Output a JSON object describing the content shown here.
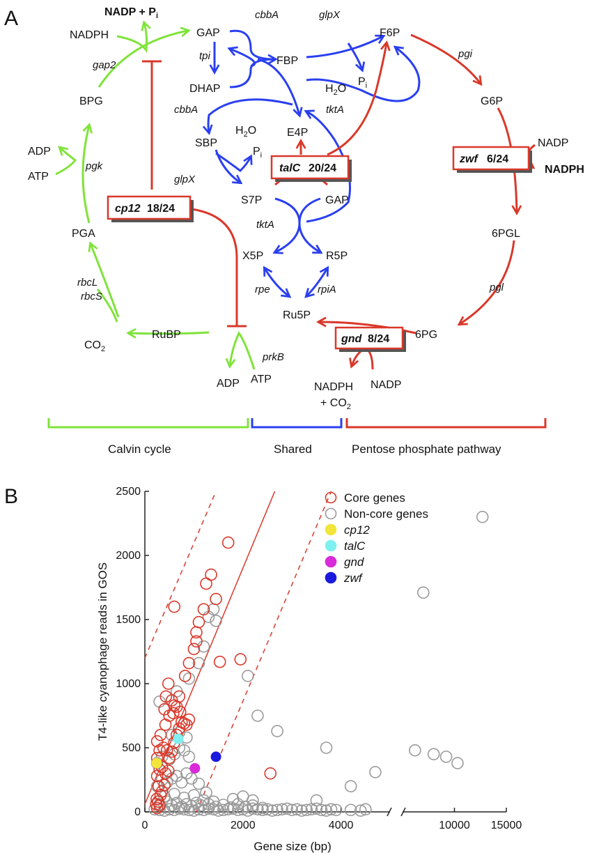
{
  "panel_a": {
    "label": "A",
    "metabolites": {
      "nadp_pi": "NADP + P",
      "nadp_pi_sub": "i",
      "nadph_top": "NADPH",
      "gap_top": "GAP",
      "f6p": "F6P",
      "fbp": "FBP",
      "dhap": "DHAP",
      "h2o_right": "H",
      "h2o_right_sub": "2",
      "h2o_right_end": "O",
      "pi_right": "P",
      "pi_right_sub": "i",
      "e4p": "E4P",
      "g6p": "G6P",
      "bpg": "BPG",
      "sbp": "SBP",
      "h2o_left": "H",
      "h2o_left_sub": "2",
      "h2o_left_end": "O",
      "pi_left": "P",
      "pi_left_sub": "i",
      "adp_left": "ADP",
      "atp_left": "ATP",
      "nadp_zwf": "NADP",
      "nadph_zwf": "NADPH",
      "s7p": "S7P",
      "gap_mid": "GAP",
      "pga": "PGA",
      "x5p": "X5P",
      "r5p": "R5P",
      "pgl6": "6PGL",
      "ru5p": "Ru5P",
      "rubp": "RuBP",
      "co2": "CO",
      "co2_sub": "2",
      "pg6": "6PG",
      "adp_bottom": "ADP",
      "atp_bottom": "ATP",
      "nadph_bottom": "NADPH",
      "co2_bottom": "+ CO",
      "co2_bottom_sub": "2",
      "nadp_bottom": "NADP"
    },
    "enzymes": {
      "cbbA_top": "cbbA",
      "glpX_top": "glpX",
      "tpi": "tpi",
      "gap2": "gap2",
      "pgi": "pgi",
      "cbbA_mid": "cbbA",
      "tktA_top": "tktA",
      "pgk": "pgk",
      "glpX_mid": "glpX",
      "tktA_mid": "tktA",
      "rbcL": "rbcL",
      "rbcS": "rbcS",
      "rpe": "rpe",
      "rpiA": "rpiA",
      "pgl": "pgl",
      "prkB": "prkB"
    },
    "gene_boxes": {
      "talC": {
        "name": "talC",
        "count": "20/24"
      },
      "zwf": {
        "name": "zwf",
        "count": "6/24"
      },
      "cp12": {
        "name": "cp12",
        "count": "18/24"
      },
      "gnd": {
        "name": "gnd",
        "count": "8/24"
      }
    },
    "sections": {
      "calvin": "Calvin cycle",
      "shared": "Shared",
      "pentose": "Pentose phosphate pathway"
    },
    "colors": {
      "calvin": "#7fe33a",
      "shared": "#2a3ff0",
      "pentose": "#d9382a"
    }
  },
  "panel_b": {
    "label": "B"
  },
  "chart_data": {
    "type": "scatter",
    "xlabel": "Gene size (bp)",
    "ylabel": "T4-like cyanophage reads in GOS",
    "ylim": [
      0,
      2500
    ],
    "yticks": [
      "0",
      "500",
      "1000",
      "1500",
      "2000",
      "2500"
    ],
    "x_axis_segments": [
      {
        "range": [
          0,
          5000
        ],
        "ticks": [
          "0",
          "2000",
          "4000"
        ]
      },
      {
        "range": [
          5000,
          15000
        ],
        "ticks": [
          "10000",
          "15000"
        ]
      }
    ],
    "legend": [
      {
        "label": "Core genes",
        "marker": "open-circle",
        "color": "#d9382a",
        "italic": false
      },
      {
        "label": "Non-core genes",
        "marker": "open-circle",
        "color": "#9a9a9a",
        "italic": false
      },
      {
        "label": "cp12",
        "marker": "filled-circle",
        "color": "#f2e53a",
        "italic": true
      },
      {
        "label": "talC",
        "marker": "filled-circle",
        "color": "#7ff0f0",
        "italic": true
      },
      {
        "label": "gnd",
        "marker": "filled-circle",
        "color": "#d92ad9",
        "italic": true
      },
      {
        "label": "zwf",
        "marker": "filled-circle",
        "color": "#1a1adf",
        "italic": true
      }
    ],
    "series": [
      {
        "name": "Core genes",
        "points": [
          [
            230,
            60
          ],
          [
            250,
            30
          ],
          [
            270,
            80
          ],
          [
            300,
            50
          ],
          [
            240,
            100
          ],
          [
            320,
            130
          ],
          [
            280,
            200
          ],
          [
            350,
            160
          ],
          [
            400,
            210
          ],
          [
            250,
            280
          ],
          [
            300,
            330
          ],
          [
            350,
            350
          ],
          [
            420,
            300
          ],
          [
            480,
            320
          ],
          [
            250,
            420
          ],
          [
            300,
            480
          ],
          [
            380,
            500
          ],
          [
            450,
            480
          ],
          [
            500,
            420
          ],
          [
            550,
            470
          ],
          [
            600,
            540
          ],
          [
            650,
            600
          ],
          [
            700,
            650
          ],
          [
            750,
            700
          ],
          [
            800,
            690
          ],
          [
            850,
            680
          ],
          [
            900,
            720
          ],
          [
            250,
            550
          ],
          [
            320,
            600
          ],
          [
            420,
            680
          ],
          [
            400,
            800
          ],
          [
            500,
            750
          ],
          [
            580,
            770
          ],
          [
            650,
            820
          ],
          [
            720,
            780
          ],
          [
            430,
            900
          ],
          [
            480,
            1000
          ],
          [
            550,
            870
          ],
          [
            600,
            830
          ],
          [
            700,
            900
          ],
          [
            820,
            1060
          ],
          [
            900,
            1160
          ],
          [
            1000,
            1270
          ],
          [
            1050,
            1330
          ],
          [
            1050,
            1400
          ],
          [
            1100,
            1480
          ],
          [
            1200,
            1580
          ],
          [
            1250,
            1780
          ],
          [
            1350,
            1850
          ],
          [
            1450,
            1660
          ],
          [
            1530,
            1170
          ],
          [
            1700,
            2100
          ],
          [
            1950,
            1190
          ],
          [
            2560,
            300
          ],
          [
            600,
            1600
          ]
        ]
      },
      {
        "name": "Non-core genes",
        "points": [
          [
            200,
            20
          ],
          [
            300,
            15
          ],
          [
            400,
            10
          ],
          [
            500,
            20
          ],
          [
            600,
            15
          ],
          [
            700,
            25
          ],
          [
            800,
            20
          ],
          [
            900,
            15
          ],
          [
            1000,
            10
          ],
          [
            1100,
            20
          ],
          [
            1200,
            15
          ],
          [
            1300,
            25
          ],
          [
            1400,
            20
          ],
          [
            1500,
            10
          ],
          [
            1600,
            15
          ],
          [
            1700,
            20
          ],
          [
            1800,
            25
          ],
          [
            1900,
            15
          ],
          [
            2000,
            20
          ],
          [
            2100,
            10
          ],
          [
            2200,
            25
          ],
          [
            2300,
            20
          ],
          [
            2400,
            15
          ],
          [
            2500,
            20
          ],
          [
            2600,
            10
          ],
          [
            2700,
            15
          ],
          [
            2800,
            20
          ],
          [
            2900,
            25
          ],
          [
            3000,
            15
          ],
          [
            3100,
            20
          ],
          [
            3200,
            10
          ],
          [
            3300,
            15
          ],
          [
            3400,
            20
          ],
          [
            3500,
            25
          ],
          [
            3600,
            15
          ],
          [
            3700,
            10
          ],
          [
            3800,
            20
          ],
          [
            3900,
            15
          ],
          [
            4200,
            15
          ],
          [
            4400,
            10
          ],
          [
            4500,
            20
          ],
          [
            300,
            60
          ],
          [
            450,
            80
          ],
          [
            550,
            50
          ],
          [
            650,
            70
          ],
          [
            750,
            40
          ],
          [
            850,
            60
          ],
          [
            950,
            45
          ],
          [
            1050,
            70
          ],
          [
            1150,
            50
          ],
          [
            1300,
            60
          ],
          [
            1450,
            40
          ],
          [
            1600,
            55
          ],
          [
            1750,
            35
          ],
          [
            1900,
            60
          ],
          [
            2050,
            40
          ],
          [
            2200,
            50
          ],
          [
            2400,
            30
          ],
          [
            400,
            120
          ],
          [
            600,
            140
          ],
          [
            800,
            110
          ],
          [
            1000,
            130
          ],
          [
            1200,
            90
          ],
          [
            1400,
            80
          ],
          [
            1800,
            100
          ],
          [
            2000,
            120
          ],
          [
            2200,
            90
          ],
          [
            3500,
            90
          ],
          [
            250,
            200
          ],
          [
            350,
            250
          ],
          [
            450,
            230
          ],
          [
            550,
            260
          ],
          [
            650,
            280
          ],
          [
            750,
            230
          ],
          [
            850,
            300
          ],
          [
            950,
            260
          ],
          [
            1100,
            220
          ],
          [
            1250,
            150
          ],
          [
            250,
            380
          ],
          [
            350,
            430
          ],
          [
            500,
            410
          ],
          [
            600,
            450
          ],
          [
            700,
            500
          ],
          [
            800,
            480
          ],
          [
            900,
            430
          ],
          [
            550,
            600
          ],
          [
            700,
            620
          ],
          [
            850,
            580
          ],
          [
            300,
            860
          ],
          [
            650,
            940
          ],
          [
            900,
            1040
          ],
          [
            1100,
            1160
          ],
          [
            1200,
            1290
          ],
          [
            1300,
            1520
          ],
          [
            1450,
            1490
          ],
          [
            1400,
            1580
          ],
          [
            2100,
            1060
          ],
          [
            2300,
            750
          ],
          [
            2700,
            630
          ],
          [
            3700,
            500
          ],
          [
            4200,
            200
          ],
          [
            4700,
            310
          ],
          [
            6200,
            480
          ],
          [
            7000,
            1710
          ],
          [
            8000,
            450
          ],
          [
            9200,
            430
          ],
          [
            10300,
            380
          ],
          [
            12700,
            2300
          ]
        ]
      },
      {
        "name": "cp12",
        "points": [
          [
            240,
            380
          ]
        ]
      },
      {
        "name": "talC",
        "points": [
          [
            680,
            570
          ]
        ]
      },
      {
        "name": "gnd",
        "points": [
          [
            1020,
            340
          ]
        ]
      },
      {
        "name": "zwf",
        "points": [
          [
            1450,
            430
          ]
        ]
      }
    ],
    "fit_lines": [
      {
        "style": "solid",
        "points": [
          [
            0,
            60
          ],
          [
            2650,
            2500
          ]
        ]
      },
      {
        "style": "dashed",
        "points": [
          [
            0,
            1200
          ],
          [
            1450,
            2500
          ]
        ]
      },
      {
        "style": "dashed",
        "points": [
          [
            1050,
            0
          ],
          [
            3800,
            2500
          ]
        ]
      }
    ]
  }
}
